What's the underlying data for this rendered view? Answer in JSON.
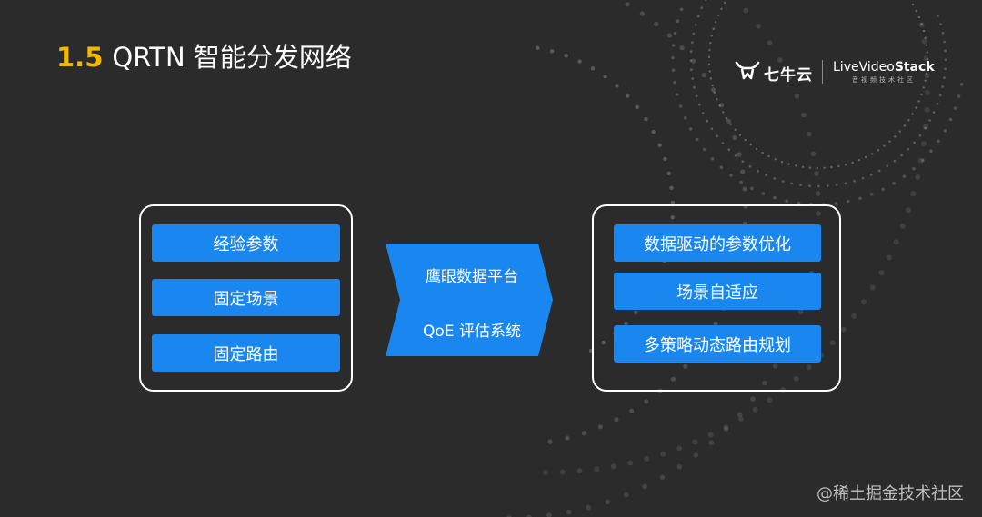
{
  "header": {
    "section_number": "1.5",
    "title": "QRTN 智能分发网络"
  },
  "logos": {
    "qiniu": "七牛云",
    "lvs_light": "Live",
    "lvs_mid": "Video",
    "lvs_bold": "Stack",
    "lvs_sub": "音视频技术社区"
  },
  "left_group": {
    "items": [
      "经验参数",
      "固定场景",
      "固定路由"
    ]
  },
  "arrow": {
    "line1": "鹰眼数据平台",
    "line2": "QoE 评估系统"
  },
  "right_group": {
    "items": [
      "数据驱动的参数优化",
      "场景自适应",
      "多策略动态路由规划"
    ]
  },
  "watermark": "@稀土掘金技术社区",
  "colors": {
    "background": "#2b2b2b",
    "accent_blue": "#1a86f0",
    "title_number": "#f5b800",
    "border": "#ffffff"
  }
}
